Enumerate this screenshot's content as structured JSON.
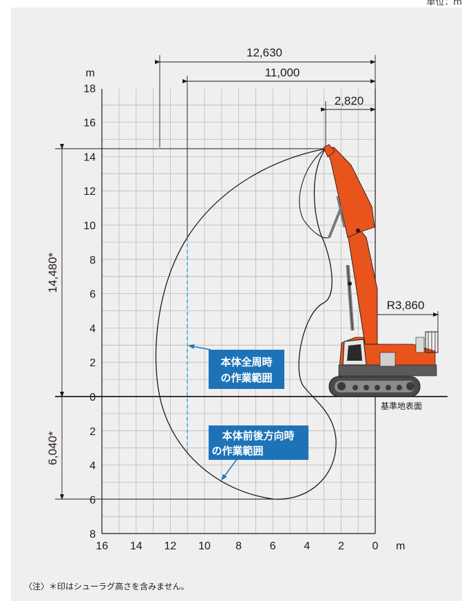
{
  "unit_label": "単位：m",
  "axis": {
    "y_unit": "m",
    "x_unit": "m",
    "y_ticks_above": [
      "18",
      "16",
      "14",
      "12",
      "10",
      "8",
      "6",
      "4",
      "2",
      "0"
    ],
    "y_ticks_below": [
      "2",
      "4",
      "6",
      "8"
    ],
    "x_ticks": [
      "16",
      "14",
      "12",
      "10",
      "8",
      "6",
      "4",
      "2",
      "0"
    ]
  },
  "dimensions": {
    "max_reach": "12,630",
    "reach_2": "11,000",
    "front_offset": "2,820",
    "max_height": "14,480*",
    "max_depth": "6,040*",
    "tail_radius": "R3,860"
  },
  "callouts": {
    "full_rotation": [
      "本体全周時",
      "の作業範囲"
    ],
    "front_rear": [
      "本体前後方向時",
      "の作業範囲"
    ]
  },
  "ground_label": "基準地表面",
  "note": "〈注〉＊印はシューラグ高さを含みません。",
  "colors": {
    "machine_orange": "#e8541c",
    "callout_blue": "#1e73b8",
    "dashed_line": "#29a3dc",
    "grid": "#b9b9b9",
    "background": "#efefef"
  }
}
